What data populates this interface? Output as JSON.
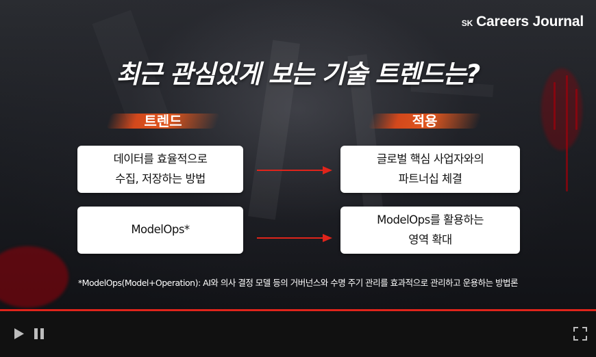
{
  "brand": {
    "prefix": "SK",
    "name": "Careers Journal"
  },
  "slide": {
    "title": "최근 관심있게 보는 기술 트렌드는?",
    "columns": {
      "left": "트렌드",
      "right": "적용"
    },
    "rows": [
      {
        "trend": [
          "데이터를 효율적으로",
          "수집, 저장하는 방법"
        ],
        "application": [
          "글로벌 핵심 사업자와의",
          "파트너십 체결"
        ]
      },
      {
        "trend": [
          "ModelOps*"
        ],
        "application": [
          "ModelOps를 활용하는",
          "영역 확대"
        ]
      }
    ],
    "footnote": "*ModelOps(Model+Operation): AI와 의사 결정 모델 등의 거버넌스와 수명 주기 관리를 효과적으로 관리하고 운용하는 방법론"
  },
  "player": {
    "progress": 1.0,
    "accent_color": "#e0241b",
    "icons": {
      "play": "play-icon",
      "pause": "pause-icon",
      "fullscreen": "fullscreen-icon"
    }
  }
}
